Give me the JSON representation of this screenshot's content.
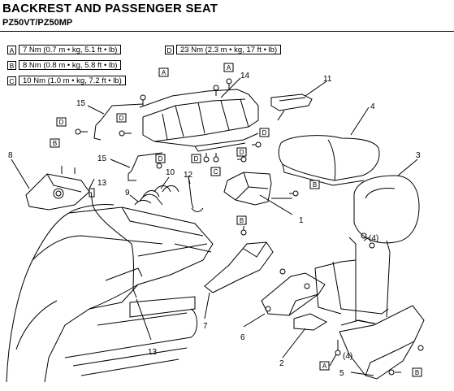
{
  "header": {
    "title": "BACKREST AND PASSENGER SEAT",
    "subtitle": "PZ50VT/PZ50MP"
  },
  "torque_specs": [
    {
      "key": "A",
      "value": "7 Nm (0.7 m • kg, 5.1 ft • lb)"
    },
    {
      "key": "B",
      "value": "8 Nm (0.8 m • kg, 5.8 ft • lb)"
    },
    {
      "key": "C",
      "value": "10 Nm (1.0 m • kg, 7.2 ft • lb)"
    },
    {
      "key": "D",
      "value": "23 Nm (2.3 m • kg, 17 ft • lb)"
    }
  ],
  "callouts": {
    "c1": "1",
    "c2": "2",
    "c3": "3",
    "c4": "4",
    "c5": "5",
    "c6": "6",
    "c7": "7",
    "c8": "8",
    "c9": "9",
    "c10": "10",
    "c11": "11",
    "c12": "12",
    "c13a": "13",
    "c13b": "13",
    "c14": "14",
    "c15a": "15",
    "c15b": "15"
  },
  "note_4": "(4)",
  "box_labels": {
    "A": "A",
    "B": "B",
    "C": "C",
    "D": "D"
  }
}
